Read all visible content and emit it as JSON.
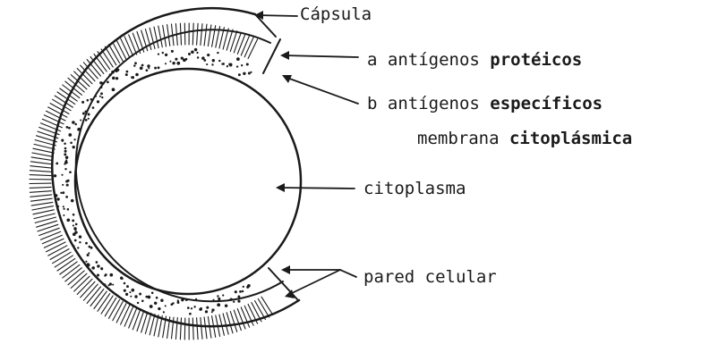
{
  "labels": {
    "capsula": "Cápsula",
    "antigenos_proteicos": {
      "prefix": "a antígenos ",
      "emph": "protéicos"
    },
    "antigenos_especificos": {
      "prefix": "b antígenos ",
      "emph": "específicos"
    },
    "membrana": {
      "prefix": "membrana ",
      "emph": "citoplásmica"
    },
    "citoplasma": "citoplasma",
    "pared_celular": "pared celular"
  },
  "colors": {
    "ink": "#1a1a1a",
    "background": "#ffffff"
  }
}
